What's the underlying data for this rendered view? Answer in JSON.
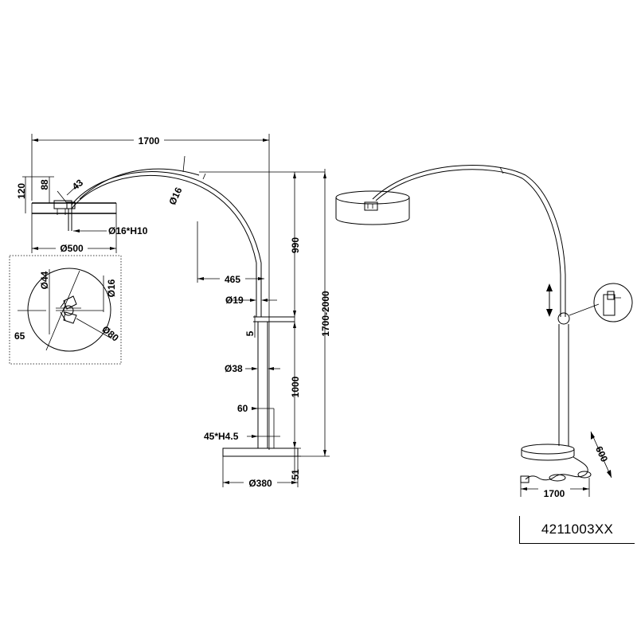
{
  "product_code": "4211003XX",
  "dimensions": {
    "total_reach": "1700",
    "shade_height": "120",
    "shade_inner_height": "88",
    "socket_offset": "43",
    "arc_tube_diameter": "Ø16",
    "shade_mount": "Ø16*H10",
    "shade_diameter": "Ø500",
    "upper_tube_depth": "990",
    "total_height": "1700-2000",
    "arc_bend_offset": "465",
    "upper_tube_diameter": "Ø19",
    "joint_gap": "5",
    "lower_tube_diameter": "Ø38",
    "lower_tube_height": "1000",
    "base_post_width": "60",
    "base_chamfer": "45*H4.5",
    "base_height": "51",
    "base_diameter": "Ø380",
    "top_view_socket_diameter": "Ø44",
    "top_view_hole_diameter": "Ø16",
    "top_view_offset": "65",
    "top_view_spread": "Ø80",
    "cable_length": "600",
    "cord_length": "1700"
  }
}
